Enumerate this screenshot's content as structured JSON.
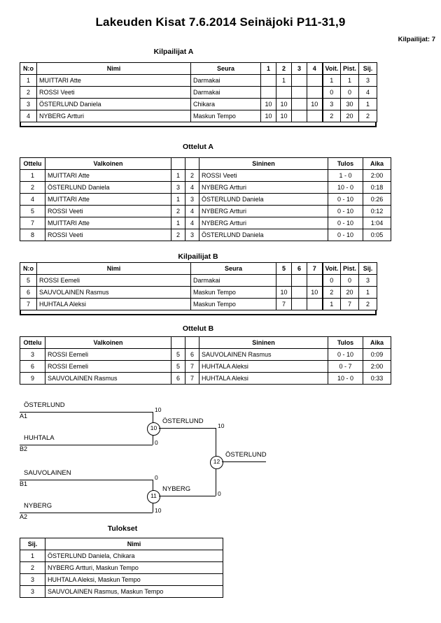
{
  "header": {
    "title": "Lakeuden Kisat  7.6.2014  Seinäjoki   P11-31,9",
    "competitors_label": "Kilpailijat: 7"
  },
  "sections": {
    "pool_a_caption": "Kilpailijat A",
    "matches_a_caption": "Ottelut A",
    "pool_b_caption": "Kilpailijat B",
    "matches_b_caption": "Ottelut B",
    "results_caption": "Tulokset"
  },
  "pool_a": {
    "headers": {
      "no": "N:o",
      "name": "Nimi",
      "club": "Seura",
      "opp": [
        "1",
        "2",
        "3",
        "4"
      ],
      "wins": "Voit.",
      "points": "Pist.",
      "rank": "Sij."
    },
    "rows": [
      {
        "no": "1",
        "name": "MUITTARI Atte",
        "club": "Darmakai",
        "scores": [
          "",
          "1",
          "",
          ""
        ],
        "wins": "1",
        "points": "1",
        "rank": "3"
      },
      {
        "no": "2",
        "name": "ROSSI Veeti",
        "club": "Darmakai",
        "scores": [
          "",
          "",
          "",
          ""
        ],
        "wins": "0",
        "points": "0",
        "rank": "4"
      },
      {
        "no": "3",
        "name": "ÖSTERLUND Daniela",
        "club": "Chikara",
        "scores": [
          "10",
          "10",
          "",
          "10"
        ],
        "wins": "3",
        "points": "30",
        "rank": "1"
      },
      {
        "no": "4",
        "name": "NYBERG Artturi",
        "club": "Maskun Tempo",
        "scores": [
          "10",
          "10",
          "",
          ""
        ],
        "wins": "2",
        "points": "20",
        "rank": "2"
      }
    ]
  },
  "matches_a": {
    "headers": {
      "match": "Ottelu",
      "white": "Valkoinen",
      "blue": "Sininen",
      "result": "Tulos",
      "time": "Aika"
    },
    "rows": [
      {
        "match": "1",
        "white": "MUITTARI Atte",
        "white_no": "1",
        "blue_no": "2",
        "blue": "ROSSI Veeti",
        "result": "1 - 0",
        "time": "2:00"
      },
      {
        "match": "2",
        "white": "ÖSTERLUND Daniela",
        "white_no": "3",
        "blue_no": "4",
        "blue": "NYBERG Artturi",
        "result": "10 - 0",
        "time": "0:18"
      },
      {
        "match": "4",
        "white": "MUITTARI Atte",
        "white_no": "1",
        "blue_no": "3",
        "blue": "ÖSTERLUND Daniela",
        "result": "0 - 10",
        "time": "0:26"
      },
      {
        "match": "5",
        "white": "ROSSI Veeti",
        "white_no": "2",
        "blue_no": "4",
        "blue": "NYBERG Artturi",
        "result": "0 - 10",
        "time": "0:12"
      },
      {
        "match": "7",
        "white": "MUITTARI Atte",
        "white_no": "1",
        "blue_no": "4",
        "blue": "NYBERG Artturi",
        "result": "0 - 10",
        "time": "1:04"
      },
      {
        "match": "8",
        "white": "ROSSI Veeti",
        "white_no": "2",
        "blue_no": "3",
        "blue": "ÖSTERLUND Daniela",
        "result": "0 - 10",
        "time": "0:05"
      }
    ]
  },
  "pool_b": {
    "headers": {
      "no": "N:o",
      "name": "Nimi",
      "club": "Seura",
      "opp": [
        "5",
        "6",
        "7"
      ],
      "wins": "Voit.",
      "points": "Pist.",
      "rank": "Sij."
    },
    "rows": [
      {
        "no": "5",
        "name": "ROSSI Eemeli",
        "club": "Darmakai",
        "scores": [
          "",
          "",
          ""
        ],
        "wins": "0",
        "points": "0",
        "rank": "3"
      },
      {
        "no": "6",
        "name": "SAUVOLAINEN Rasmus",
        "club": "Maskun Tempo",
        "scores": [
          "10",
          "",
          "10"
        ],
        "wins": "2",
        "points": "20",
        "rank": "1"
      },
      {
        "no": "7",
        "name": "HUHTALA Aleksi",
        "club": "Maskun Tempo",
        "scores": [
          "7",
          "",
          ""
        ],
        "wins": "1",
        "points": "7",
        "rank": "2"
      }
    ]
  },
  "matches_b": {
    "headers": {
      "match": "Ottelu",
      "white": "Valkoinen",
      "blue": "Sininen",
      "result": "Tulos",
      "time": "Aika"
    },
    "rows": [
      {
        "match": "3",
        "white": "ROSSI Eemeli",
        "white_no": "5",
        "blue_no": "6",
        "blue": "SAUVOLAINEN Rasmus",
        "result": "0 - 10",
        "time": "0:09"
      },
      {
        "match": "6",
        "white": "ROSSI Eemeli",
        "white_no": "5",
        "blue_no": "7",
        "blue": "HUHTALA Aleksi",
        "result": "0 - 7",
        "time": "2:00"
      },
      {
        "match": "9",
        "white": "SAUVOLAINEN Rasmus",
        "white_no": "6",
        "blue_no": "7",
        "blue": "HUHTALA Aleksi",
        "result": "10 - 0",
        "time": "0:33"
      }
    ]
  },
  "bracket": {
    "seeds": [
      {
        "name": "ÖSTERLUND",
        "code": "A1"
      },
      {
        "name": "HUHTALA",
        "code": "B2"
      },
      {
        "name": "SAUVOLAINEN",
        "code": "B1"
      },
      {
        "name": "NYBERG",
        "code": "A2"
      }
    ],
    "semifinal_1": {
      "node": "10",
      "top_score": "10",
      "bottom_score": "0",
      "winner": "ÖSTERLUND"
    },
    "semifinal_2": {
      "node": "11",
      "top_score": "0",
      "bottom_score": "10",
      "winner": "NYBERG"
    },
    "final": {
      "node": "12",
      "top_score": "10",
      "bottom_score": "0",
      "winner": "ÖSTERLUND"
    }
  },
  "results": {
    "headers": {
      "rank": "Sij.",
      "name": "Nimi"
    },
    "rows": [
      {
        "rank": "1",
        "name": "ÖSTERLUND Daniela, Chikara"
      },
      {
        "rank": "2",
        "name": "NYBERG Artturi, Maskun Tempo"
      },
      {
        "rank": "3",
        "name": "HUHTALA Aleksi, Maskun Tempo"
      },
      {
        "rank": "3",
        "name": "SAUVOLAINEN Rasmus, Maskun Tempo"
      }
    ]
  }
}
